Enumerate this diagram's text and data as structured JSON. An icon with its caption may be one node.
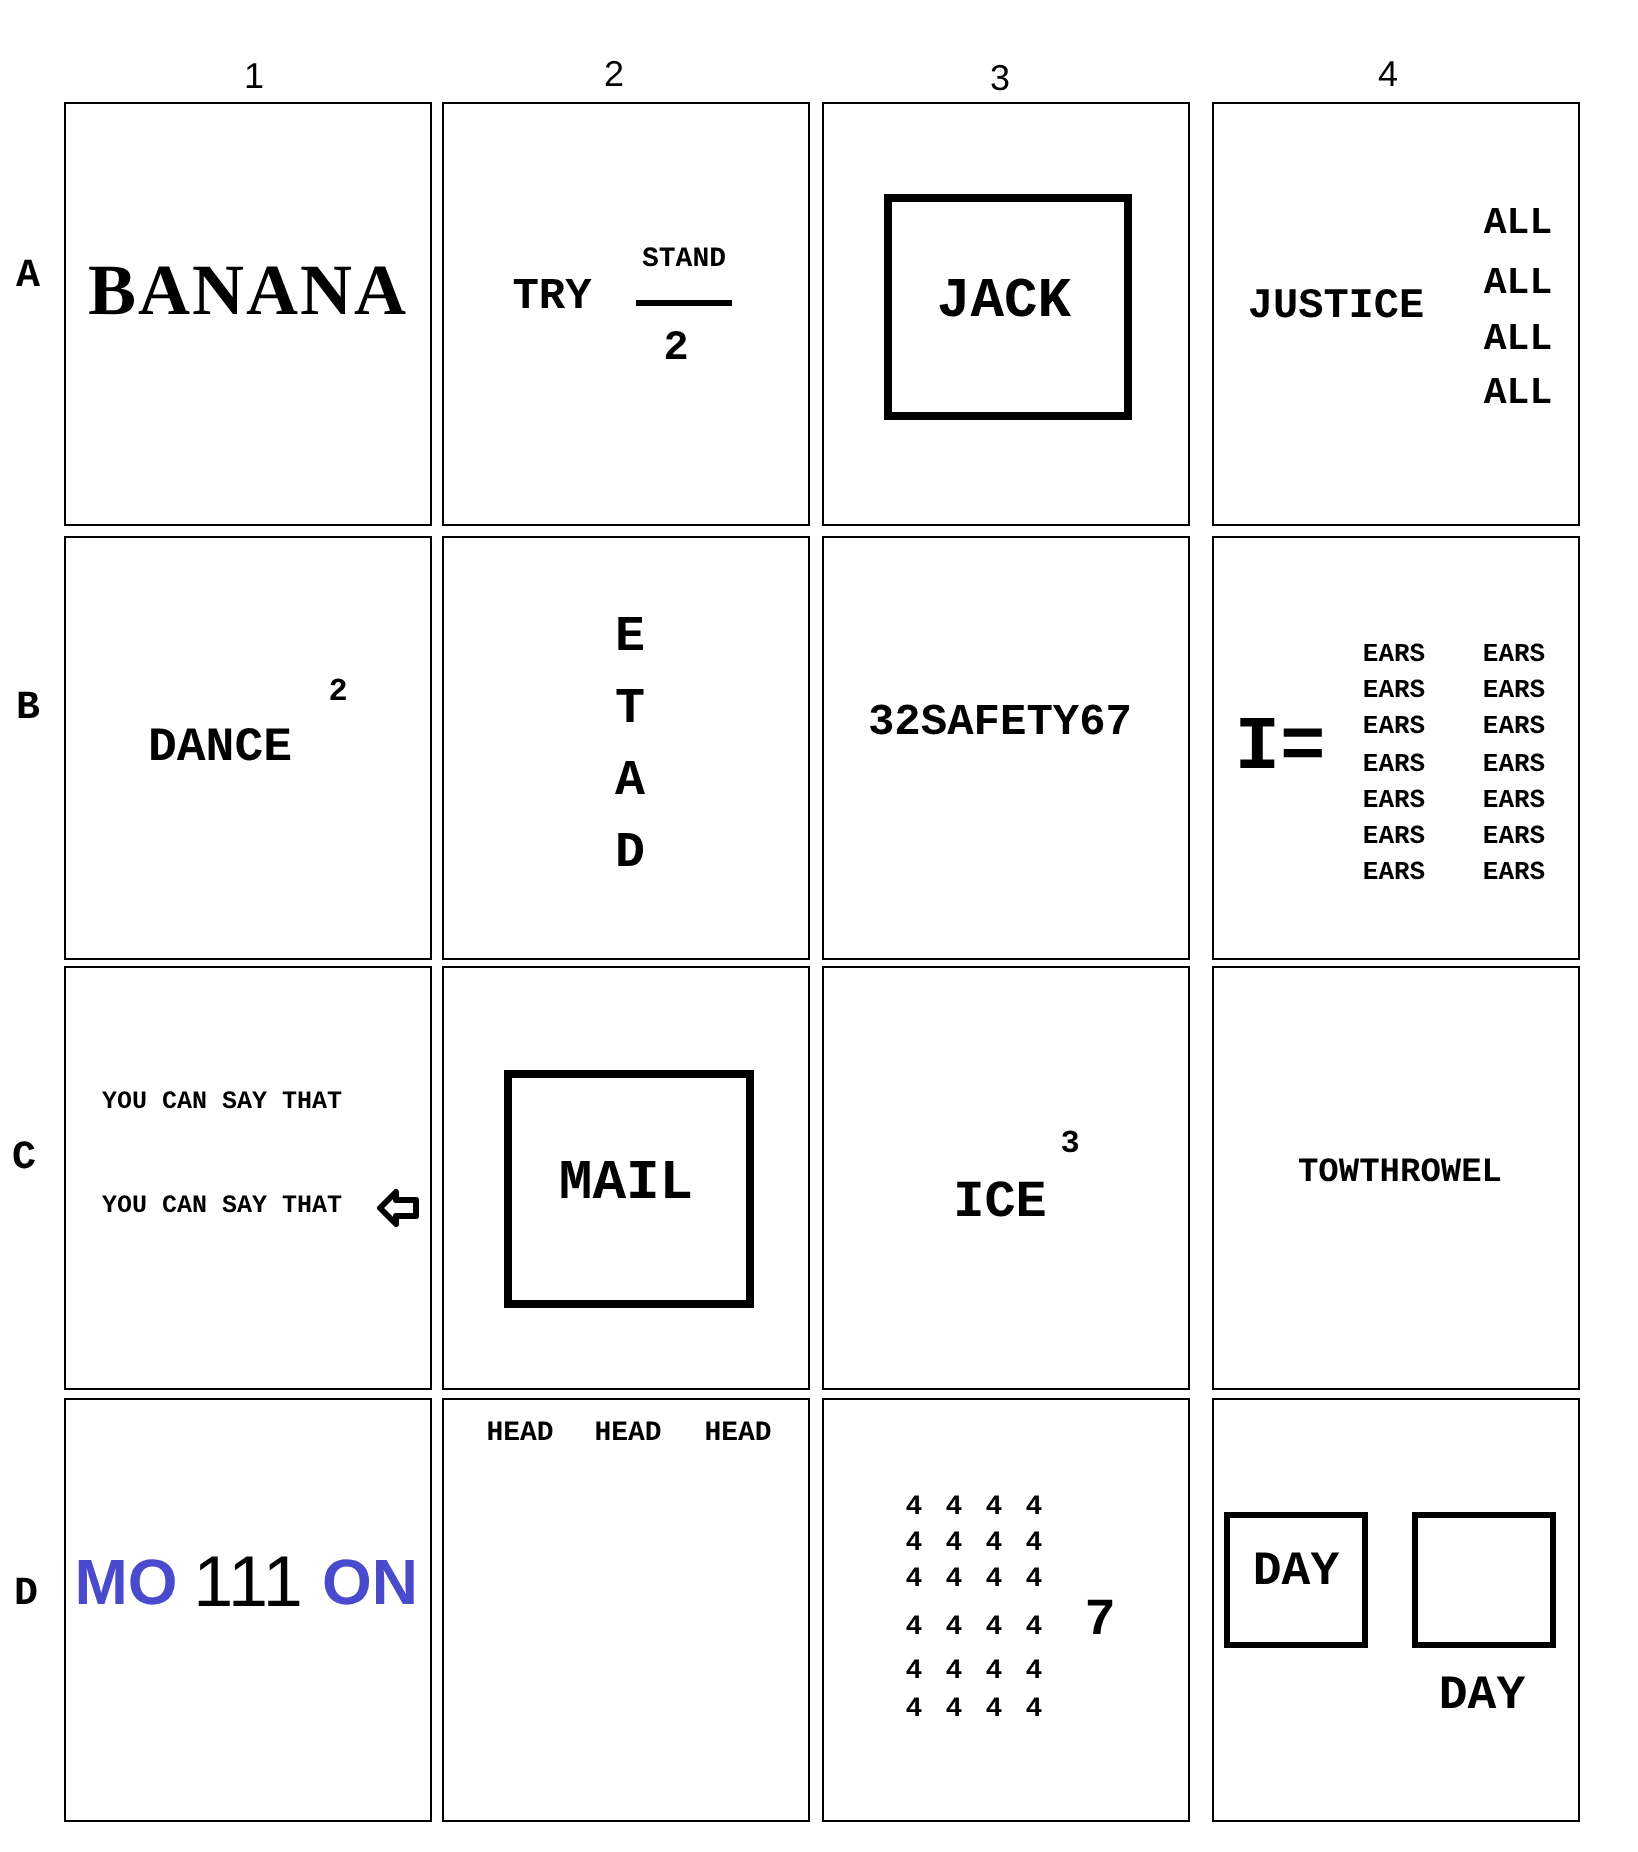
{
  "diagram": {
    "nodes": [
      {
        "text": [
          "BANANA"
        ]
      },
      {
        "text": [
          "TRY",
          "STAND",
          "2"
        ]
      },
      {
        "text": [],
        "shape": "box"
      },
      {
        "text": [
          "JACK"
        ],
        "in": 2
      },
      {
        "text": [
          "JUSTICE",
          "ALL",
          "ALL",
          "ALL",
          "ALL"
        ]
      },
      {
        "text": [
          "DANCE",
          "2"
        ]
      },
      {
        "text": [
          "E T A D"
        ]
      },
      {
        "text": [
          "32SAFETY67"
        ]
      },
      {
        "text": [
          "I=",
          "EARS",
          "EARS",
          "EARS",
          "EARS",
          "EARS",
          "EARS",
          "EARS",
          "EARS",
          "EARS",
          "EARS",
          "EARS",
          "EARS",
          "EARS",
          "EARS"
        ]
      },
      {
        "text": [
          "YOU CAN SAY THAT",
          "YOU CAN SAY THAT"
        ]
      },
      {
        "text": [],
        "shape": "box"
      },
      {
        "text": [
          "MAIL"
        ],
        "in": 10
      },
      {
        "text": [
          "ICE",
          "3"
        ]
      },
      {
        "text": [
          "TOWTHROWEL"
        ]
      },
      {
        "text": [
          "MO",
          "111",
          "ON"
        ]
      },
      {
        "text": [
          "HEAD",
          "HEAD",
          "HEAD"
        ]
      },
      {
        "text": [
          "4",
          "4",
          "4",
          "4",
          "4",
          "4",
          "4",
          "4",
          "4",
          "4",
          "4",
          "4",
          "4",
          "4",
          "4",
          "4",
          "4",
          "4",
          "4",
          "4",
          "4",
          "4",
          "4",
          "4",
          "7"
        ]
      },
      {
        "text": [
          "DAY"
        ]
      },
      {
        "text": [
          "DAY"
        ],
        "in": 17
      },
      {
        "text": [],
        "shape": "box",
        "in": 17
      }
    ],
    "labels": [
      "1",
      "2",
      "3",
      "4",
      "A",
      "B",
      "C",
      "D"
    ]
  }
}
